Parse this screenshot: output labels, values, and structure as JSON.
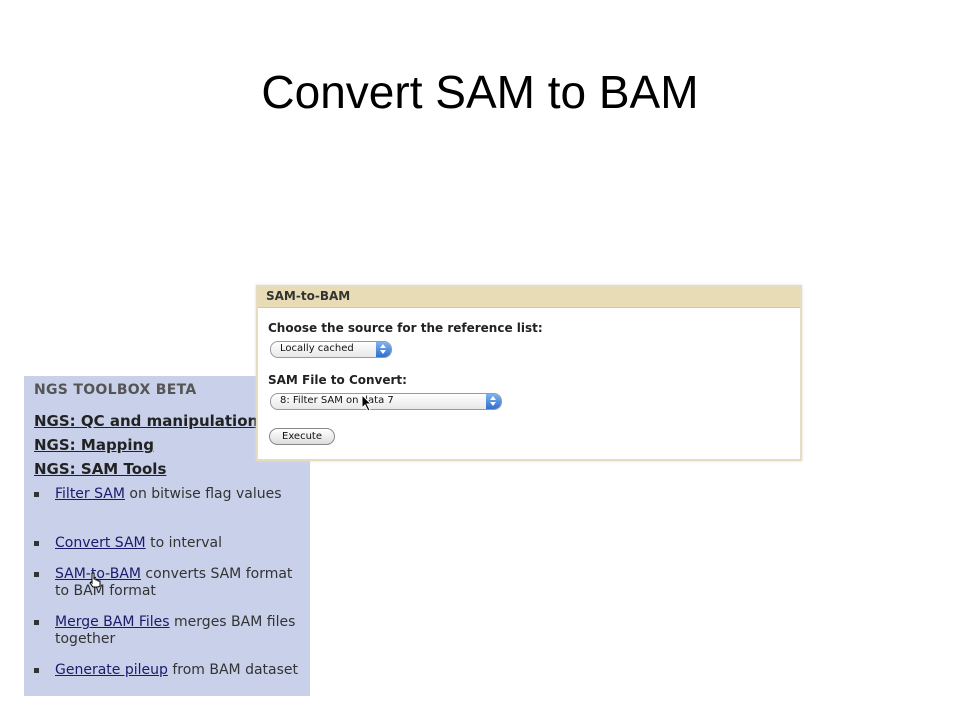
{
  "slide": {
    "title": "Convert SAM to BAM"
  },
  "toolbox": {
    "title": "NGS TOOLBOX BETA",
    "sections": [
      "NGS: QC and manipulation",
      "NGS: Mapping",
      "NGS: SAM Tools"
    ],
    "tools": [
      {
        "link": "Filter SAM",
        "rest": " on bitwise flag values"
      },
      {
        "link": "Convert SAM",
        "rest": " to interval"
      },
      {
        "link": "SAM-to-BAM",
        "rest": " converts SAM format to BAM format"
      },
      {
        "link": "Merge BAM Files",
        "rest": " merges BAM files together"
      },
      {
        "link": "Generate pileup",
        "rest": " from BAM dataset"
      }
    ]
  },
  "form": {
    "header": "SAM-to-BAM",
    "reference_label": "Choose the source for the reference list:",
    "reference_value": "Locally cached",
    "file_label": "SAM File to Convert:",
    "file_value": "8: Filter SAM on data 7",
    "execute_label": "Execute"
  }
}
